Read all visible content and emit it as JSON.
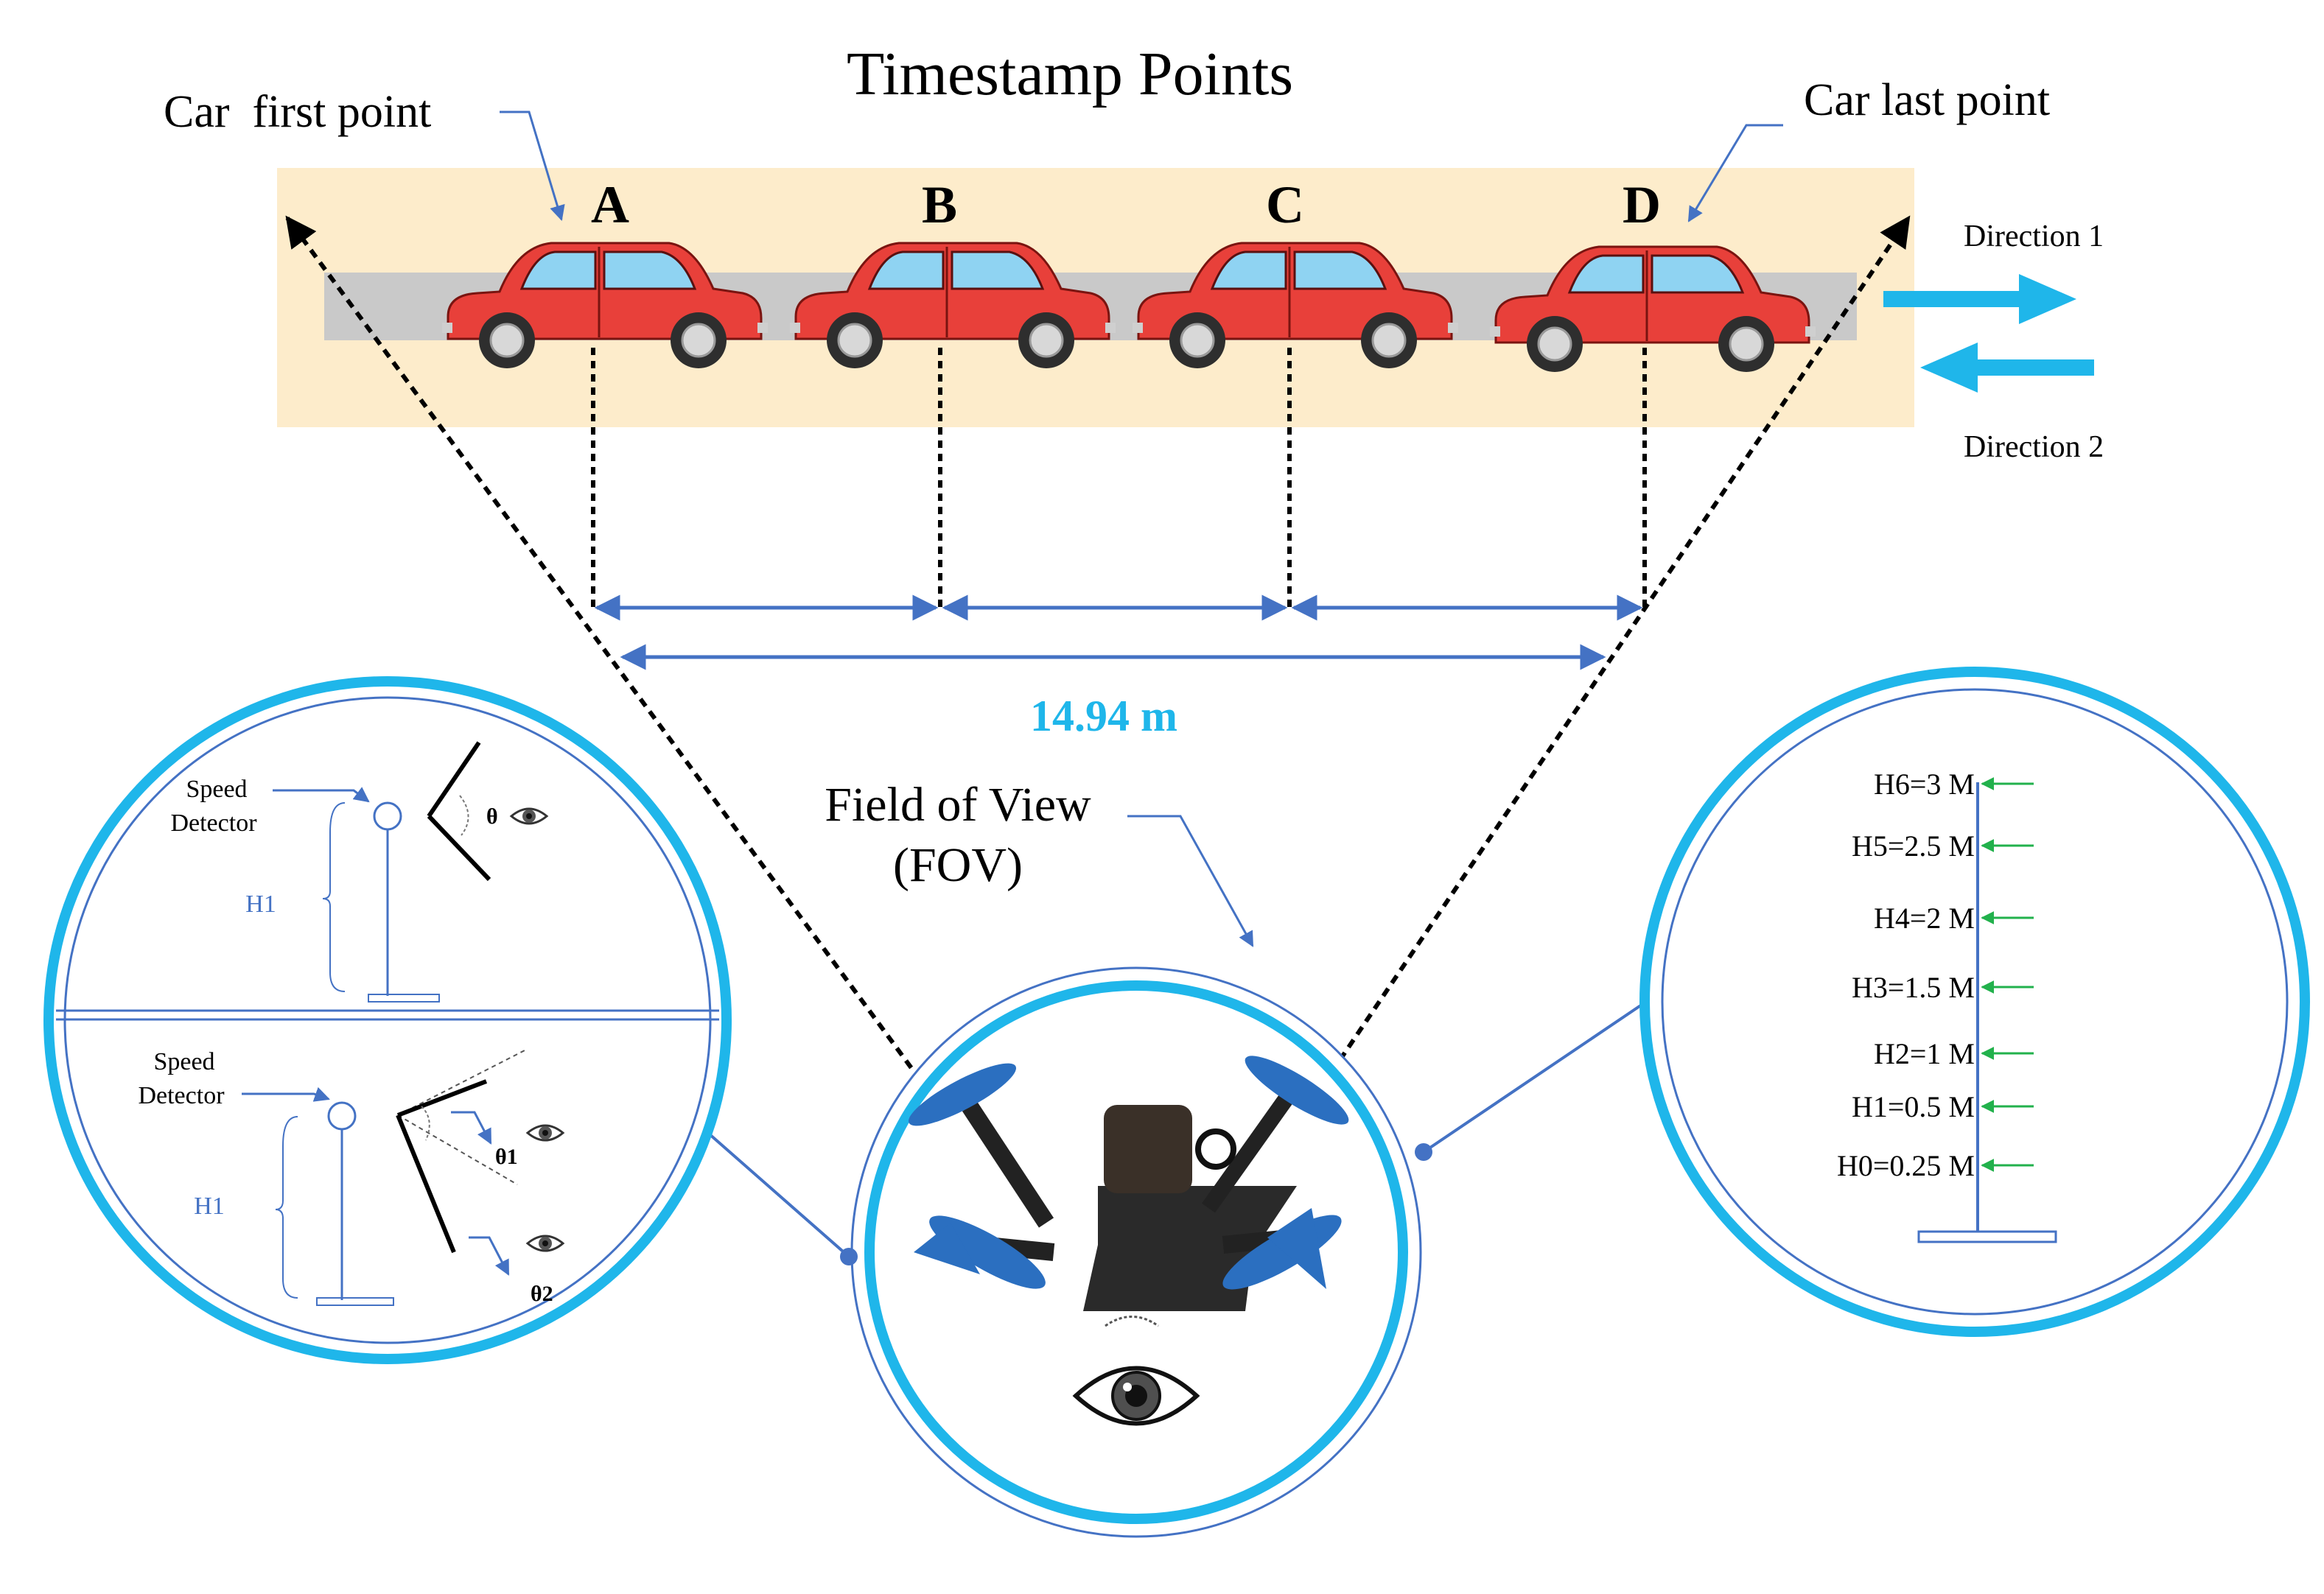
{
  "title": "Timestamp Points",
  "labels": {
    "car_first_point": "Car  first point",
    "car_last_point": "Car last point",
    "direction_1": "Direction 1",
    "direction_2": "Direction 2",
    "distance": "14.94 m",
    "fov_line1": "Field of View",
    "fov_line2": "(FOV)"
  },
  "points": [
    "A",
    "B",
    "C",
    "D"
  ],
  "left_inset": {
    "top": {
      "label_line1": "Speed",
      "label_line2": "Detector",
      "height_label": "H1",
      "angle_label": "θ"
    },
    "bottom": {
      "label_line1": "Speed",
      "label_line2": "Detector",
      "height_label": "H1",
      "angle1_label": "θ1",
      "angle2_label": "θ2"
    }
  },
  "heights": [
    "H6=3 M",
    "H5=2.5 M",
    "H4=2 M",
    "H3=1.5 M",
    "H2=1 M",
    "H1=0.5 M",
    "H0=0.25 M"
  ],
  "colors": {
    "road_bg": "#fdeccb",
    "road": "#c9c9c9",
    "car_body": "#e8403a",
    "car_window": "#8fd3f2",
    "accent_blue": "#1fb6ea",
    "measure_blue": "#4472c4",
    "green_arrow": "#22b14c"
  }
}
